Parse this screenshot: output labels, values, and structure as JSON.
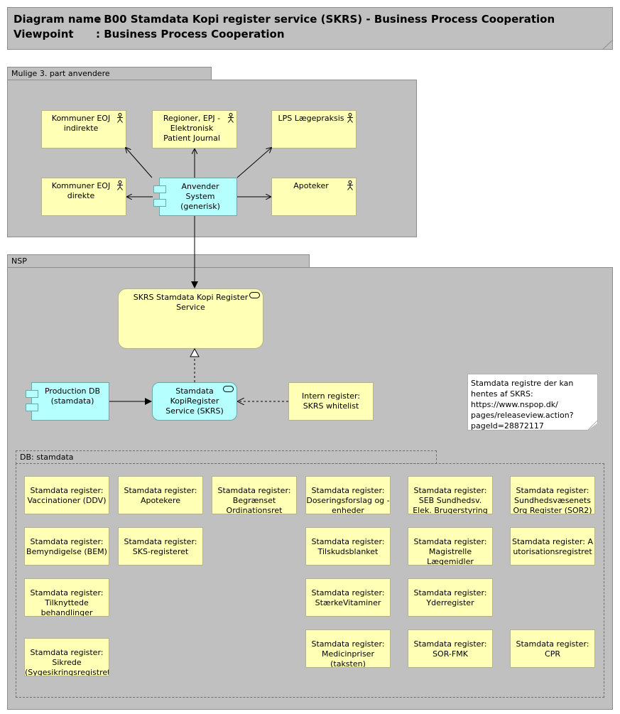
{
  "header": {
    "diagram_key": "Diagram name",
    "diagram_value": ": B00 Stamdata Kopi register service (SKRS) - Business Process Cooperation",
    "viewpoint_key": "Viewpoint",
    "viewpoint_value": ": Business Process Cooperation"
  },
  "groups": {
    "users": "Mulige 3. part anvendere",
    "nsp": "NSP",
    "db": "DB: stamdata"
  },
  "actors": {
    "kommuner_indirekte": "Kommuner EOJ indirekte",
    "regioner": "Regioner, EPJ - Elektronisk Patient Journal",
    "lps": "LPS Lægepraksis",
    "kommuner_direkte": "Kommuner EOJ direkte",
    "apoteker": "Apoteker"
  },
  "apps": {
    "anvender": "Anvender System (generisk)",
    "production_db": "Production DB (stamdata)"
  },
  "services": {
    "skrs_register": "SKRS Stamdata Kopi Register Service",
    "kopiregister": "Stamdata KopiRegister Service (SKRS)"
  },
  "intern": "Intern register: SKRS whitelist",
  "note": "Stamdata registre der kan hentes af SKRS: https://www.nspop.dk/ pages/releaseview.action? pageId=28872117",
  "registers": {
    "r1": "Stamdata register: Vaccinationer (DDV)",
    "r2": "Stamdata register: Apotekere",
    "r3": "Stamdata register: Begrænset Ordinationsret",
    "r4": "Stamdata register: Doseringsforslag og -enheder",
    "r5": "Stamdata register: SEB Sundhedsv. Elek. Brugerstyring",
    "r6": "Stamdata register: Sundhedsvæsenets Org Register (SOR2)",
    "r7": "Stamdata register: Bemyndigelse (BEM)",
    "r8": "Stamdata register: SKS-registeret",
    "r9": "Stamdata register: Tilskudsblanket",
    "r10": "Stamdata register: Magistrelle Lægemidler",
    "r11": "Stamdata register: Autorisationsregistret",
    "r12": "Stamdata register: Tilknyttede behandlinger",
    "r13": "Stamdata register: StærkeVitaminer",
    "r14": "Stamdata register: Yderregister",
    "r15": "Stamdata register: Sikrede (Sygesikringsregistret)",
    "r16": "Stamdata register: Medicinpriser (taksten)",
    "r17": "Stamdata register: SOR-FMK",
    "r18": "Stamdata register: CPR"
  },
  "colors": {
    "group_fill": "#c0c0c0",
    "actor_fill": "#ffffb5",
    "app_fill": "#b5ffff"
  }
}
